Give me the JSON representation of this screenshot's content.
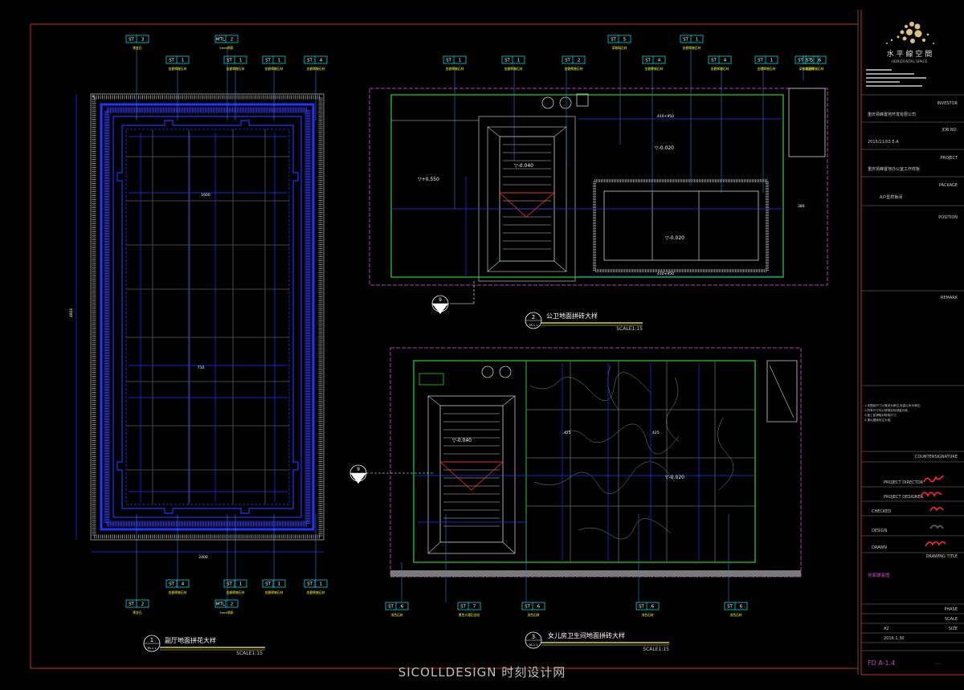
{
  "colors": {
    "background": "#000000",
    "frame_red": "#c0302a",
    "magenta": "#b33db3",
    "blue": "#2233ff",
    "green": "#22cc22",
    "cyan": "#00d8d8",
    "yellow": "#ffff33",
    "white": "#ffffff",
    "grey": "#8a8a8a"
  },
  "title_block": {
    "logo_cn": "水 平 線 空 間",
    "logo_en": "HORIZONTAL SPACE",
    "investor_label": "INVESTOR",
    "investor_value": "重庆领峰置地开发有限公司",
    "job_no_label": "JOB NO.",
    "job_no_value": "2015/11/03 E-A",
    "project_label": "PROJECT",
    "project_value": "重庆领峰置地办公室工作样板",
    "package_label": "PACKAGE",
    "package_value": "A户型样板间",
    "position_label": "POSITION",
    "remark_label": "REMARK",
    "countersign_label": "COUNTERSIGNATURE",
    "project_director_label": "PROJECT DIRECTOR",
    "project_designer_label": "PROJECT DESIGNER",
    "checked_label": "CHECKED",
    "design_label": "DESIGN",
    "drawn_label": "DRAWN",
    "drawing_title_label": "DRAWING TITLE",
    "drawing_title_value": "地面铺装图",
    "phase_label": "PHASE",
    "scale_label": "SCALE",
    "size_label": "SIZE",
    "scale_value": "A2",
    "date_value": "2016.1.30",
    "drawing_no_value": "FD A-1.4",
    "drawing_no_suffix": "- -",
    "notes": [
      "1.本图纸尺寸以毫米为单位,标高以米为单位;",
      "2.所有尺寸均以现场实际测量为准;",
      "3.施工前请核对现场尺寸;",
      "4.请以图纸标注为准。"
    ]
  },
  "views": [
    {
      "number": "1",
      "ref": "FA-1.1",
      "title": "副厅地面拼花大样",
      "scale": "SCALE1:15"
    },
    {
      "number": "2",
      "ref": "FA-1.1",
      "title": "公卫地面拼砖大样",
      "scale": "SCALE1:15"
    },
    {
      "number": "3",
      "ref": "FA-1.1",
      "title": "女儿房卫生间地面拼砖大样",
      "scale": "SCALE1:15"
    }
  ],
  "section_markers": [
    {
      "number": "9",
      "ref": "EDA-12"
    },
    {
      "number": "9",
      "ref": "EDA-12"
    }
  ],
  "material_tags": {
    "view1_top": [
      {
        "code": "ST",
        "num": "3",
        "note": "黑金石"
      },
      {
        "code": "MTL",
        "num": "2",
        "note": "5mm铜条"
      },
      {
        "code": "ST",
        "num": "1",
        "note": "金碧辉煌石材"
      },
      {
        "code": "ST",
        "num": "1",
        "note": "金碧辉煌石材"
      },
      {
        "code": "ST",
        "num": "1",
        "note": "金碧辉煌石材"
      },
      {
        "code": "ST",
        "num": "4",
        "note": "金碧辉煌石材"
      }
    ],
    "view1_bottom": [
      {
        "code": "ST",
        "num": "4",
        "note": "金碧辉煌石材"
      },
      {
        "code": "ST",
        "num": "1",
        "note": "金碧辉煌石材"
      },
      {
        "code": "ST",
        "num": "1",
        "note": "金碧辉煌石材"
      },
      {
        "code": "ST",
        "num": "1",
        "note": "金碧辉煌石材"
      },
      {
        "code": "ST",
        "num": "2",
        "note": "黑金石"
      },
      {
        "code": "MTL",
        "num": "2",
        "note": "5mm铜条"
      }
    ],
    "view2_top": [
      {
        "code": "ST",
        "num": "5",
        "note": "深咖网石材"
      },
      {
        "code": "ST",
        "num": "1",
        "note": "金碧辉煌石材"
      },
      {
        "code": "ST",
        "num": "1",
        "note": "金碧辉煌石材"
      },
      {
        "code": "ST",
        "num": "1",
        "note": "金碧辉煌石材"
      },
      {
        "code": "ST",
        "num": "2",
        "note": "金碧辉煌石材"
      },
      {
        "code": "ST",
        "num": "4",
        "note": "金碧辉煌石材"
      },
      {
        "code": "ST",
        "num": "4",
        "note": "金碧辉煌石材"
      },
      {
        "code": "ST",
        "num": "1",
        "note": "金碧辉煌石材"
      },
      {
        "code": "ST",
        "num": "5",
        "note": "深咖网石材"
      },
      {
        "code": "ST",
        "num": "6",
        "note": "金碧辉煌石材"
      }
    ],
    "view3_bottom": [
      {
        "code": "ST",
        "num": "6",
        "note": "浅色石材"
      },
      {
        "code": "ST",
        "num": "7",
        "note": "黑色大理石台阶"
      },
      {
        "code": "ST",
        "num": "6",
        "note": "浅色石材"
      },
      {
        "code": "ST",
        "num": "6",
        "note": "浅色石材"
      },
      {
        "code": "ST",
        "num": "6",
        "note": "浅色石材"
      }
    ]
  },
  "levels": {
    "v2_left": "▽+0.550",
    "v2_shower": "▽-0.040",
    "v2_main": "▽-0.020",
    "v2_inner": "▽-0.020",
    "v3_shower": "▽-0.040",
    "v3_main": "▽-0.020"
  },
  "dimensions": {
    "v1_overall_h": "4800",
    "v1_overall_w": "2400",
    "v1_inner_w": "1600",
    "v1_mid": "710",
    "v2_a": "410+950",
    "v2_b": "410+950",
    "v2_c": "380",
    "v3_a": "425",
    "v3_b": "425"
  },
  "watermark": "SICOLLDESIGN 时刻设计网"
}
